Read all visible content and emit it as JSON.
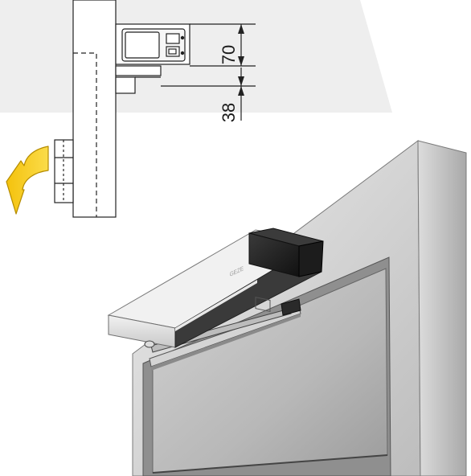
{
  "dimensions": {
    "upper": {
      "value": "70"
    },
    "lower": {
      "value": "38"
    }
  },
  "product": {
    "brand_plate_text": "GEZE",
    "body_color": "#e2e2e2",
    "end_cap_color": "#2a2a2a"
  },
  "colors": {
    "arrow_fill": "#f6c400",
    "arrow_stroke": "#b58c00",
    "background_band": "#ededed",
    "wall": "#d9d9d9",
    "door_glass": "#cfcfcf"
  },
  "icons": [
    "opening-direction-arrow-icon"
  ]
}
